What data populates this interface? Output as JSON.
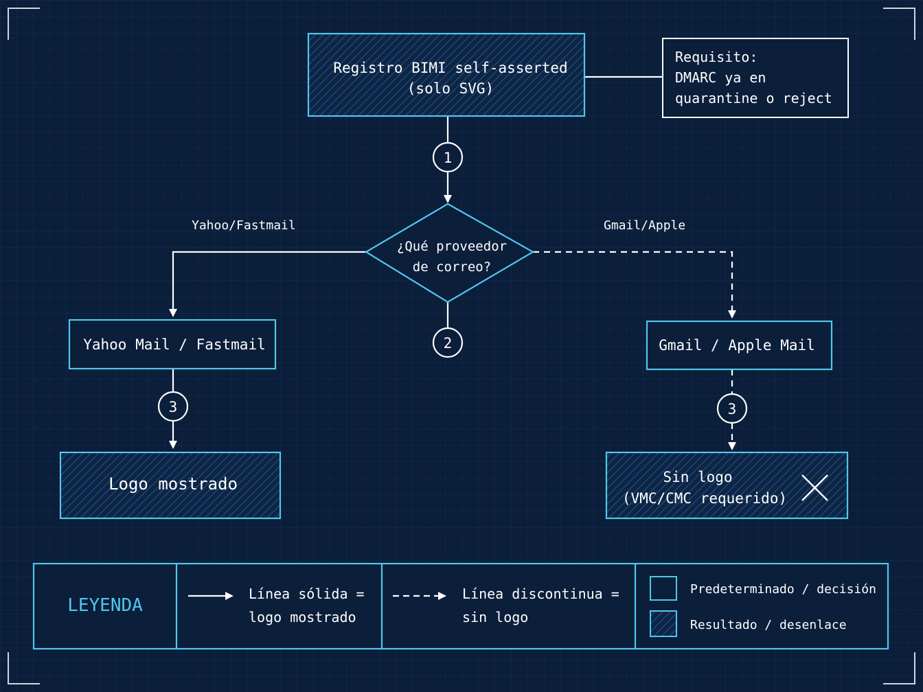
{
  "colors": {
    "background": "#0b1e3a",
    "grid": "#15305a",
    "box_border": "#4fc8ec",
    "white": "#ffffff",
    "legend_title": "#4fc8ec",
    "hatch": "#3a6b94"
  },
  "nodes": {
    "start": {
      "line1": "Registro BIMI self-asserted",
      "line2": "(solo SVG)"
    },
    "requirement": {
      "line1": "Requisito:",
      "line2": "DMARC ya en",
      "line3": "quarantine o reject"
    },
    "decision": {
      "line1": "¿Qué proveedor",
      "line2": "de correo?"
    },
    "yahoo": {
      "label": "Yahoo Mail / Fastmail"
    },
    "gmail": {
      "label": "Gmail / Apple Mail"
    },
    "logo_shown": {
      "label": "Logo mostrado"
    },
    "no_logo": {
      "line1": "Sin logo",
      "line2": "(VMC/CMC requerido)",
      "icon": "x-mark-icon"
    }
  },
  "steps": {
    "step1": "1",
    "step2": "2",
    "step3_left": "3",
    "step3_right": "3"
  },
  "branch_labels": {
    "left": "Yahoo/Fastmail",
    "right": "Gmail/Apple"
  },
  "legend": {
    "title": "LEYENDA",
    "solid": {
      "line1": "Línea sólida =",
      "line2": "logo mostrado"
    },
    "dashed": {
      "line1": "Línea discontinua =",
      "line2": "sin logo"
    },
    "default_box": "Predeterminado / decisión",
    "result_box": "Resultado / desenlace"
  }
}
